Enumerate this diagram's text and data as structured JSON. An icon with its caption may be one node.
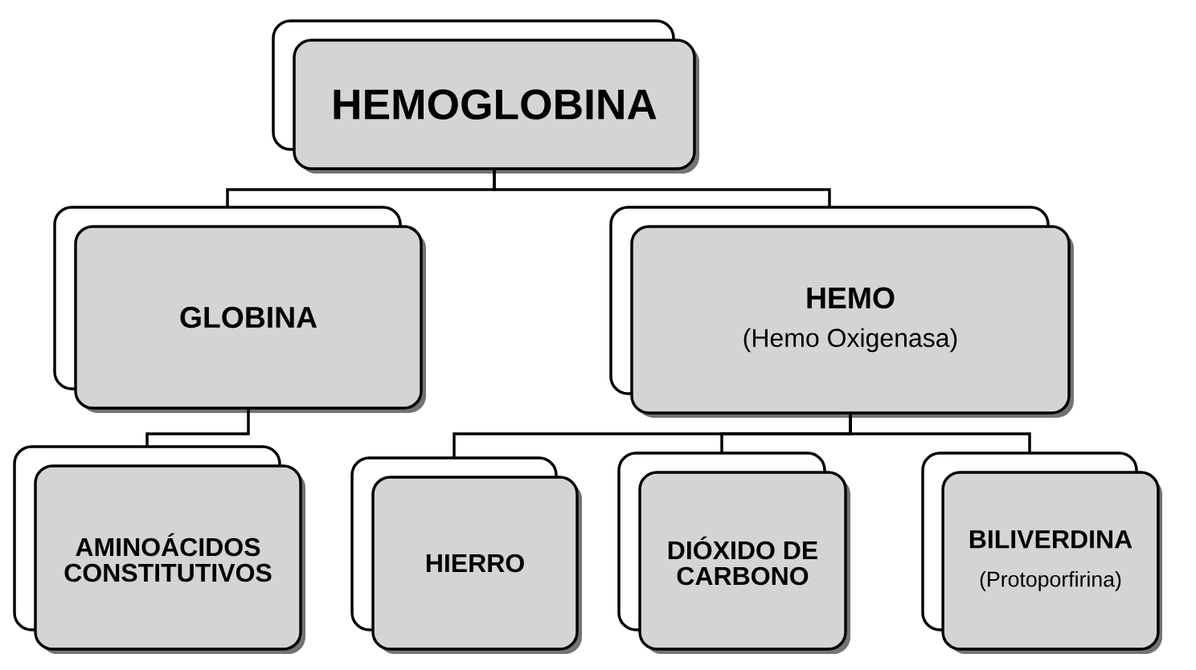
{
  "diagram": {
    "nodes": [
      {
        "text": [
          "HEMOGLOBINA"
        ]
      },
      {
        "text": [
          "GLOBINA"
        ]
      },
      {
        "text": [
          "HEMO",
          "(Hemo Oxigenasa)"
        ]
      },
      {
        "text": [
          "AMINOÁCIDOS CONSTITUTIVOS"
        ]
      },
      {
        "text": [
          "HIERRO"
        ]
      },
      {
        "text": [
          "DIÓXIDO DE CARBONO"
        ]
      },
      {
        "text": [
          "BILIVERDINA",
          "(Protoporfirina)"
        ]
      }
    ],
    "edges": [
      {
        "from": 0,
        "to": 1,
        "arrow": "none"
      },
      {
        "from": 0,
        "to": 2,
        "arrow": "none"
      },
      {
        "from": 1,
        "to": 3,
        "arrow": "none"
      },
      {
        "from": 2,
        "to": 4,
        "arrow": "none"
      },
      {
        "from": 2,
        "to": 5,
        "arrow": "none"
      },
      {
        "from": 2,
        "to": 6,
        "arrow": "none"
      }
    ]
  }
}
